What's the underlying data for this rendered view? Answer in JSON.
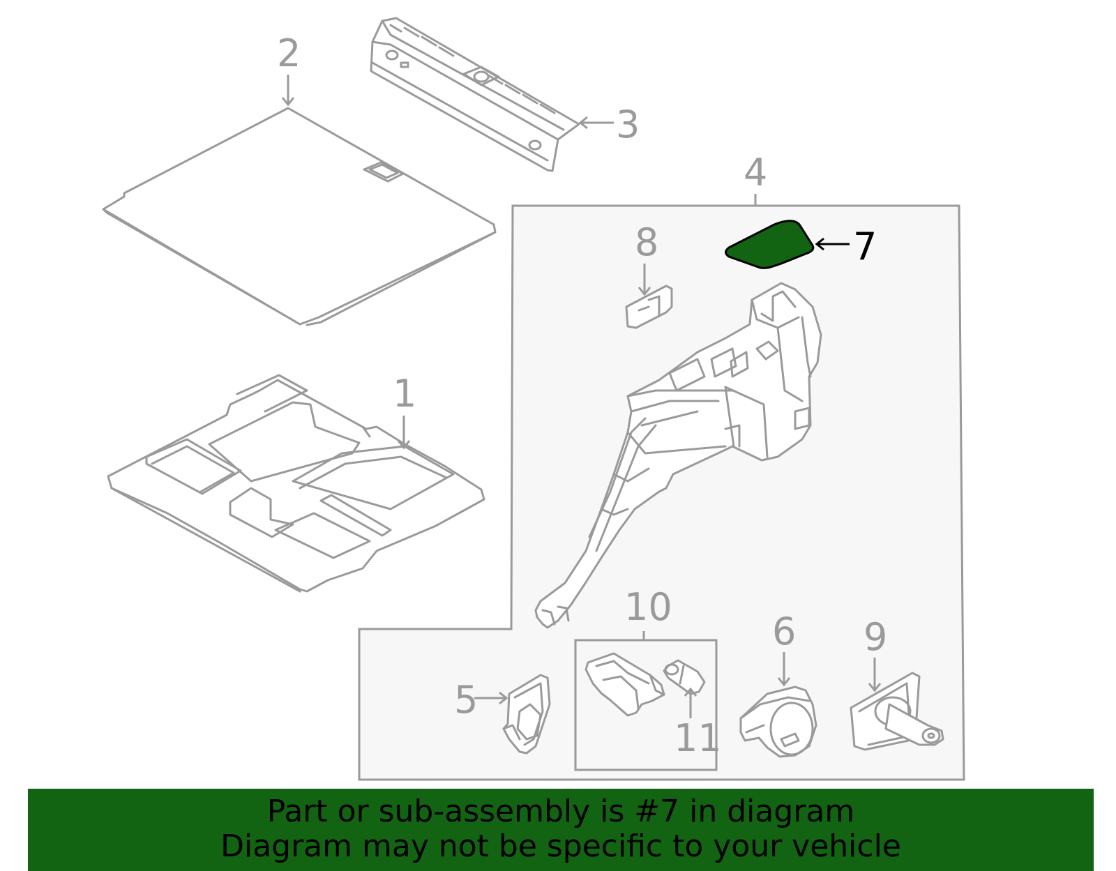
{
  "callouts": {
    "c1": "1",
    "c2": "2",
    "c3": "3",
    "c4": "4",
    "c5": "5",
    "c6": "6",
    "c7": "7",
    "c8": "8",
    "c9": "9",
    "c10": "10",
    "c11": "11"
  },
  "highlight": {
    "part": "7",
    "color": "#126312"
  },
  "banner": {
    "line1": "Part or sub-assembly is #7 in diagram",
    "line2": "Diagram may not be specific to your vehicle"
  }
}
